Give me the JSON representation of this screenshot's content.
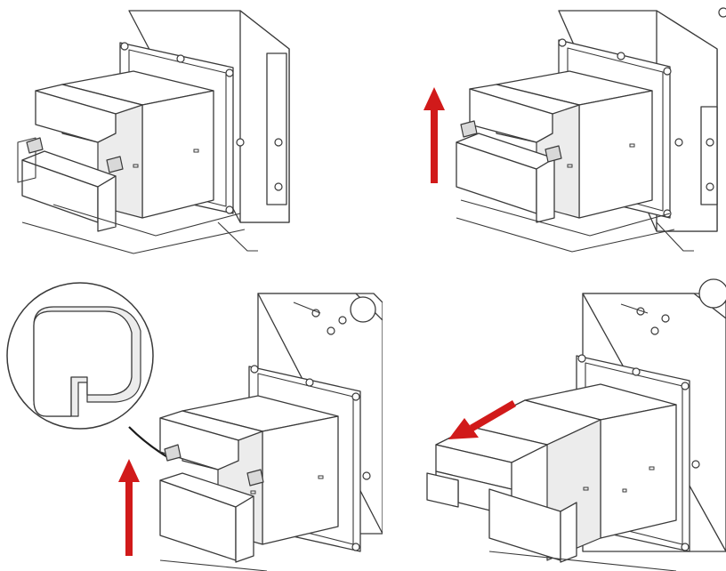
{
  "steps": [
    {
      "id": "step-1",
      "arrow": null
    },
    {
      "id": "step-2",
      "arrow": "up"
    },
    {
      "id": "step-3",
      "arrow": "up",
      "detail_callout": "latch-detail"
    },
    {
      "id": "step-4",
      "arrow": "pull-out"
    }
  ],
  "colors": {
    "arrow": "#d11a1a",
    "line": "#3a3a3a",
    "background": "#ffffff"
  },
  "icons": [
    "arrow-up-icon",
    "arrow-pull-out-icon",
    "magnifier-callout-icon"
  ]
}
